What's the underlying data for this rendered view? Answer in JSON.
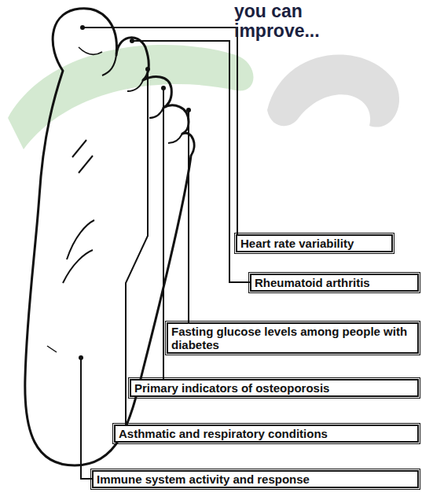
{
  "diagram": {
    "title": "you can improve...",
    "nodes": [
      {
        "text": [
          "Heart rate variability"
        ]
      },
      {
        "text": [
          "Rheumatoid arthritis"
        ]
      },
      {
        "text": [
          "Fasting glucose levels among people with diabetes"
        ]
      },
      {
        "text": [
          "Primary indicators of osteoporosis"
        ]
      },
      {
        "text": [
          "Asthmatic and respiratory conditions"
        ]
      },
      {
        "text": [
          "Immune system activity and response"
        ]
      }
    ]
  }
}
